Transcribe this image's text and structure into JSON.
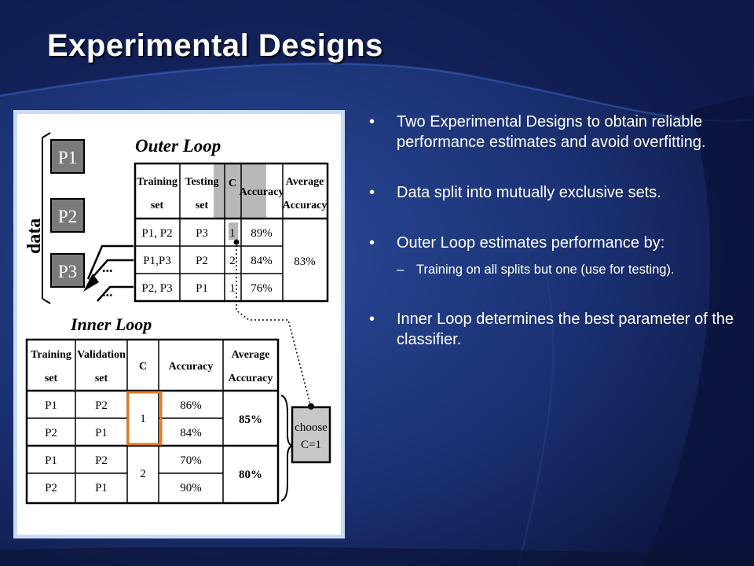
{
  "slide": {
    "title": "Experimental Designs",
    "bullets": [
      "Two Experimental Designs to obtain reliable performance estimates and avoid overfitting.",
      "Data split into mutually exclusive sets.",
      "Outer Loop estimates performance by:",
      "Training on all splits but one (use for testing).",
      "Inner Loop determines the best parameter of the classifier."
    ],
    "bullet_symbol": "•",
    "sub_bullet_symbol": "–"
  },
  "figure": {
    "data_label": "data",
    "splits": [
      "P1",
      "P2",
      "P3"
    ],
    "ellipsis": "...",
    "outer_loop": {
      "title": "Outer Loop",
      "headers": [
        [
          "Training",
          "set"
        ],
        [
          "Testing",
          "set"
        ],
        [
          "C"
        ],
        [
          "Accuracy"
        ],
        [
          "Average",
          "Accuracy"
        ]
      ],
      "rows": [
        [
          "P1, P2",
          "P3",
          "1",
          "89%"
        ],
        [
          "P1,P3",
          "P2",
          "2",
          "84%"
        ],
        [
          "P2, P3",
          "P1",
          "1",
          "76%"
        ]
      ],
      "average": "83%"
    },
    "inner_loop": {
      "title": "Inner Loop",
      "headers": [
        [
          "Training",
          "set"
        ],
        [
          "Validation",
          "set"
        ],
        [
          "C"
        ],
        [
          "Accuracy"
        ],
        [
          "Average",
          "Accuracy"
        ]
      ],
      "rows": [
        [
          "P1",
          "P2",
          "86%"
        ],
        [
          "P2",
          "P1",
          "84%"
        ],
        [
          "P1",
          "P2",
          "70%"
        ],
        [
          "P2",
          "P1",
          "90%"
        ]
      ],
      "c_values": [
        "1",
        "2"
      ],
      "averages": [
        "85%",
        "80%"
      ]
    },
    "choose": [
      "choose",
      "C=1"
    ],
    "colors": {
      "highlight_box": "#e87722",
      "average_header_fill": "#b8b8b8",
      "split_box_fill": "#7a7a7a"
    }
  }
}
